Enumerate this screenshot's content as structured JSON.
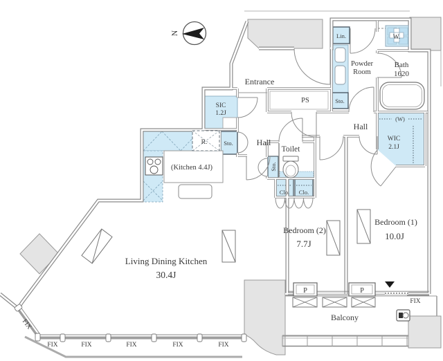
{
  "compass": {
    "north_label": "N"
  },
  "rooms": {
    "entrance": "Entrance",
    "hall_left": "Hall",
    "hall_right": "Hall",
    "ps": "PS",
    "powder_line1": "Powder",
    "powder_line2": "Room",
    "bath_line1": "Bath",
    "bath_line2": "1620",
    "toilet": "Toilet",
    "wic_line1": "WIC",
    "wic_line2": "2.1J",
    "sic_line1": "SIC",
    "sic_line2": "1.2J",
    "kitchen": "(Kitchen 4.4J)",
    "ldk_line1": "Living Dining Kitchen",
    "ldk_line2": "30.4J",
    "bedroom2_line1": "Bedroom (2)",
    "bedroom2_line2": "7.7J",
    "bedroom1_line1": "Bedroom (1)",
    "bedroom1_line2": "10.0J",
    "balcony": "Balcony"
  },
  "fixtures": {
    "linen": "Lin.",
    "washer": "W.",
    "washer_shelf": "(W)",
    "refrigerator": "R.",
    "storage_hall": "Sto.",
    "storage_powder": "Sto.",
    "storage_toilet": "Sto.",
    "closet_1": "Clo.",
    "closet_2": "Clo.",
    "pillar_1": "P",
    "pillar_2": "P"
  },
  "windows": {
    "fix_labels": [
      "FIX",
      "FIX",
      "FIX",
      "FIX",
      "FIX"
    ],
    "fix_diagonal": "FIX",
    "fix_right": "FIX"
  },
  "colors": {
    "closet_fill": "#cfe9f6",
    "wall_gray": "#8a8a8a",
    "outside_gray": "#e4e4e4",
    "text": "#3a3a3a"
  }
}
